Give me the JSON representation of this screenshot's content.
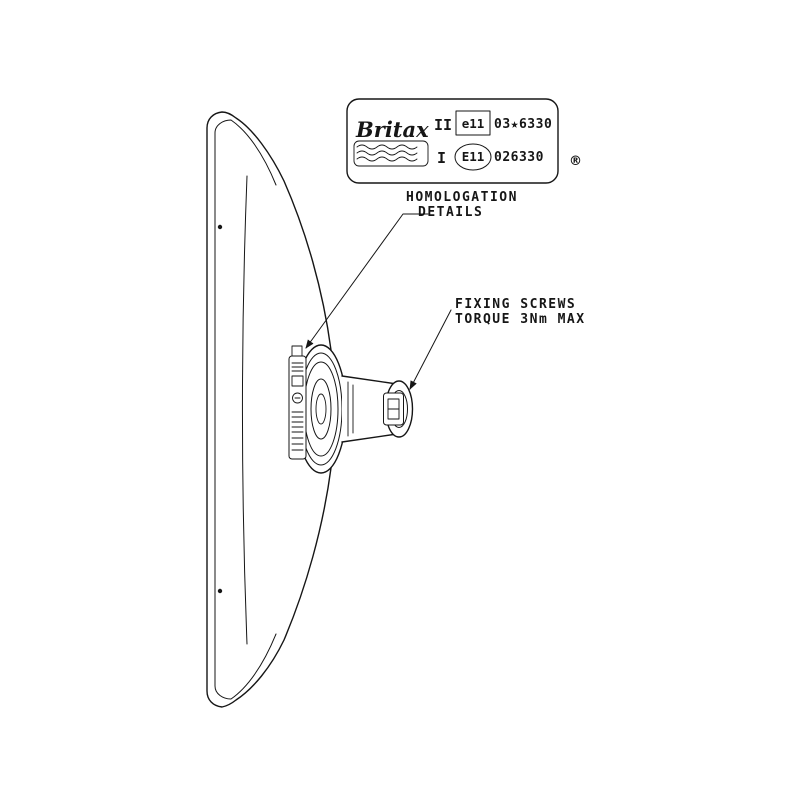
{
  "plate": {
    "brand": "Britax",
    "rows": [
      {
        "class": "II",
        "mark": "e11",
        "number": "03★6330"
      },
      {
        "class": "I",
        "mark": "E11",
        "number": "026330"
      }
    ],
    "registered": "®"
  },
  "callouts": {
    "homologation": {
      "line1": "HOMOLOGATION",
      "line2": "DETAILS"
    },
    "fixing_screws": {
      "line1": "FIXING SCREWS",
      "line2": "TORQUE 3Nm MAX"
    }
  },
  "colors": {
    "ink": "#161616",
    "background": "#ffffff"
  }
}
